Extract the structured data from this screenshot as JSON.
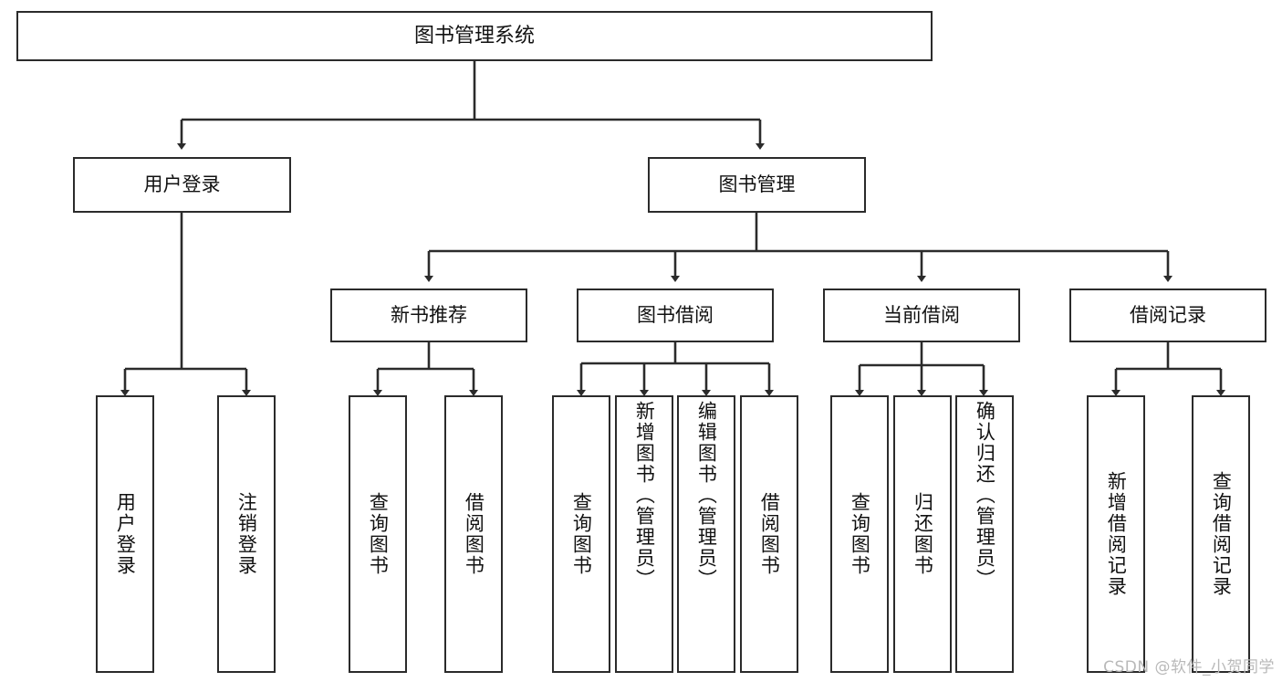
{
  "diagram": {
    "title_node": {
      "label": "图书管理系统"
    },
    "level1": [
      {
        "id": "user-login",
        "label": "用户登录"
      },
      {
        "id": "book-management",
        "label": "图书管理"
      }
    ],
    "level2": [
      {
        "id": "new-book-recommend",
        "label": "新书推荐"
      },
      {
        "id": "book-borrow",
        "label": "图书借阅"
      },
      {
        "id": "current-borrow",
        "label": "当前借阅"
      },
      {
        "id": "borrow-record",
        "label": "借阅记录"
      }
    ],
    "leaves": {
      "user_login": [
        {
          "id": "leaf-user-login",
          "label": "用户登录"
        },
        {
          "id": "leaf-logout-login",
          "label": "注销登录"
        }
      ],
      "new_book_recommend": [
        {
          "id": "leaf-query-book-1",
          "label": "查询图书"
        },
        {
          "id": "leaf-borrow-book-1",
          "label": "借阅图书"
        }
      ],
      "book_borrow": [
        {
          "id": "leaf-query-book-2",
          "label": "查询图书"
        },
        {
          "id": "leaf-add-book",
          "label": "新增图书（管理员）"
        },
        {
          "id": "leaf-edit-book",
          "label": "编辑图书（管理员）"
        },
        {
          "id": "leaf-borrow-book-2",
          "label": "借阅图书"
        }
      ],
      "current_borrow": [
        {
          "id": "leaf-query-book-3",
          "label": "查询图书"
        },
        {
          "id": "leaf-return-book",
          "label": "归还图书"
        },
        {
          "id": "leaf-confirm-return",
          "label": "确认归还（管理员）"
        }
      ],
      "borrow_record": [
        {
          "id": "leaf-add-record",
          "label": "新增借阅记录"
        },
        {
          "id": "leaf-query-record",
          "label": "查询借阅记录"
        }
      ]
    }
  },
  "watermark": {
    "text": "CSDN @软件_小贺同学"
  },
  "colors": {
    "border": "#2b2b2b",
    "background": "#ffffff",
    "text": "#111111",
    "watermark": "#b9b9b9"
  }
}
